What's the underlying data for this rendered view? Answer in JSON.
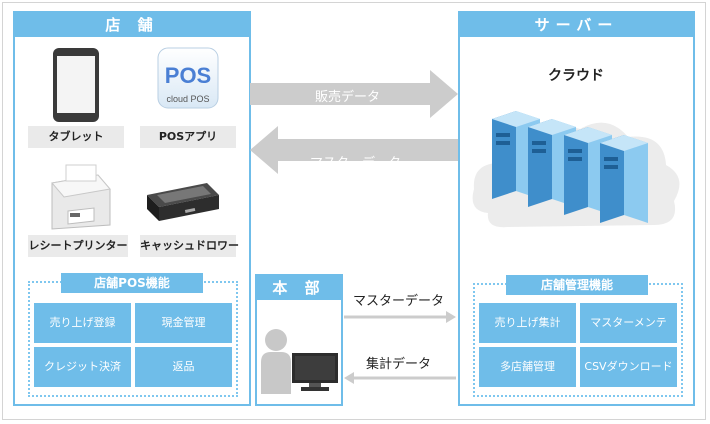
{
  "store": {
    "title": "店 舗",
    "items": [
      "タブレット",
      "POSアプリ",
      "レシートプリンター",
      "キャッシュドロワー"
    ],
    "pos_logo": {
      "main": "POS",
      "sub": "cloud POS"
    },
    "functions_title": "店舗POS機能",
    "functions": [
      "売り上げ登録",
      "現金管理",
      "クレジット決済",
      "返品"
    ]
  },
  "hq": {
    "title": "本 部"
  },
  "server": {
    "title": "サーバー",
    "cloud_label": "クラウド",
    "functions_title": "店舗管理機能",
    "functions": [
      "売り上げ集計",
      "マスターメンテ",
      "多店舗管理",
      "CSVダウンロード"
    ]
  },
  "arrows": {
    "sales_data": "販売データ",
    "master_data_top": "マスターデータ",
    "master_data_bottom": "マスターデータ",
    "aggregate_data": "集計データ"
  },
  "colors": {
    "accent": "#6fbde9",
    "arrow_gray": "#cccccc",
    "server_blue": "#5aaee0"
  }
}
